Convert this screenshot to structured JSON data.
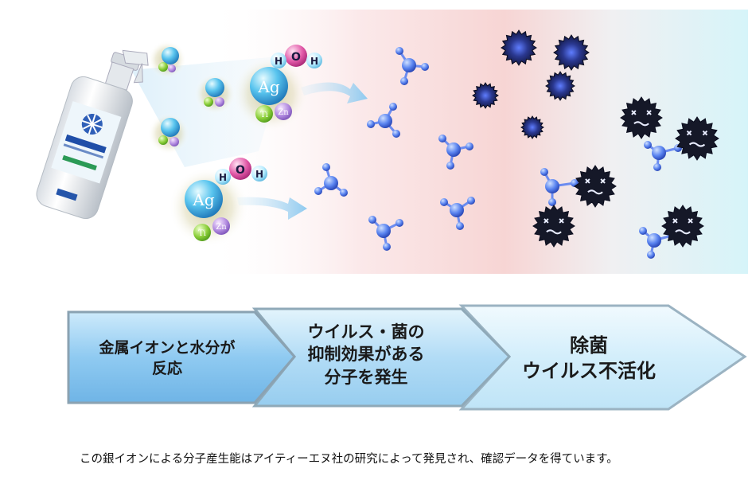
{
  "scene": {
    "ag_label": "Ag",
    "ti_label": "Ti",
    "zn_label": "Zn",
    "h_label": "H",
    "o_label": "O"
  },
  "steps": [
    {
      "lines": [
        "金属イオンと水分が",
        "反応"
      ]
    },
    {
      "lines": [
        "ウイルス・菌の",
        "抑制効果がある",
        "分子を発生"
      ]
    },
    {
      "lines": [
        "除菌",
        "ウイルス不活化"
      ]
    }
  ],
  "footnote": "この銀イオンによる分子産生能はアイティーエヌ社の研究によって発見され、確認データを得ています。",
  "colors": {
    "step1": "#9fd3f5",
    "step2": "#b9e2f8",
    "step3": "#d6f0fb",
    "molecule": "#4a6fe8",
    "virus": "#1c1f3a"
  }
}
